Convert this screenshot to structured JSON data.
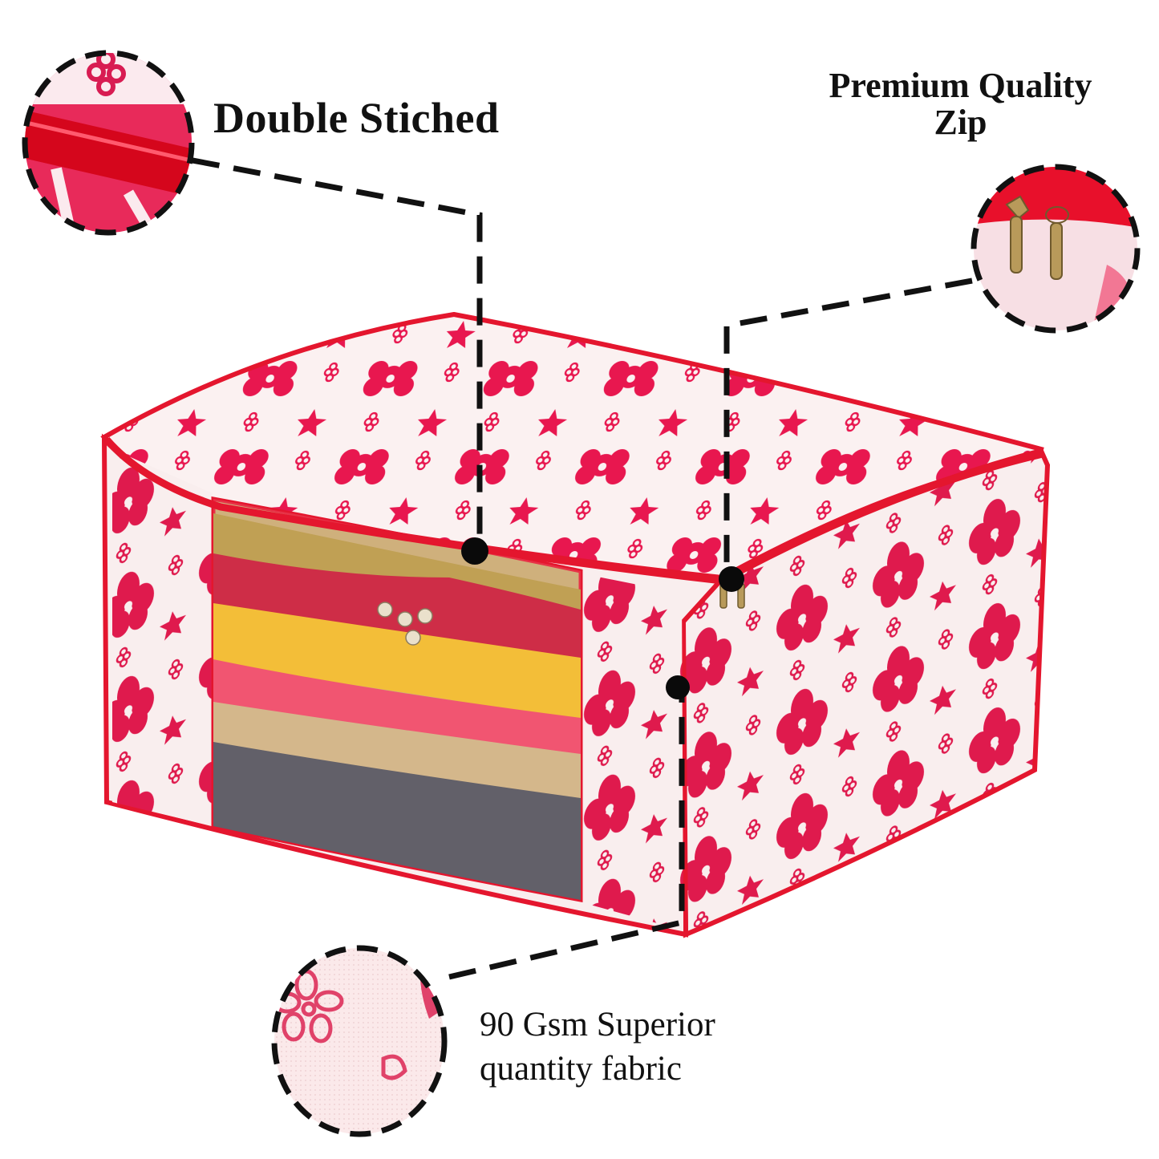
{
  "product": {
    "name": "Floral non-woven saree / cloth storage bag with transparent window and zip",
    "colors": {
      "primary_pink": "#e8174f",
      "piping_red": "#e4162e",
      "fabric_white": "#fbf1f1",
      "callout_line": "#111111",
      "zip_gold": "#b89a5a"
    }
  },
  "callouts": [
    {
      "id": "double-stitched",
      "label": "Double Stiched",
      "detail_image": "red piping close-up",
      "pointer_target": "front top edge above window"
    },
    {
      "id": "premium-zip",
      "label_lines": [
        "Premium Quality",
        "Zip"
      ],
      "detail_image": "two gold zipper pulls close-up",
      "pointer_target": "zip pulls at front-right corner"
    },
    {
      "id": "fabric",
      "label_lines": [
        "90 Gsm Superior",
        "quantity fabric"
      ],
      "detail_image": "non-woven fabric texture with pink flower outline",
      "pointer_target": "front right panel"
    }
  ],
  "window_contents": [
    "gold mesh saree",
    "red bandhani saree with kundan work",
    "yellow saree",
    "pink saree",
    "printed beige saree",
    "grey saree"
  ]
}
